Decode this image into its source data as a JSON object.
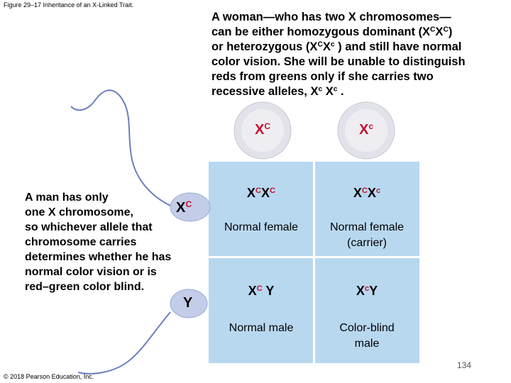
{
  "figure_caption": "Figure 29–17 Inheritance of an X-Linked Trait.",
  "woman_text": {
    "line1": "A woman—who has two X chromosomes—",
    "line2_pre": "can be either homozygous dominant (X",
    "line2_sup1": "C",
    "line2_mid": "X",
    "line2_sup2": "C",
    "line2_post": ")",
    "line3_pre": "or heterozygous (X",
    "line3_sup1": "C",
    "line3_mid": "X",
    "line3_sup2": "c",
    "line3_post": " ) and still have normal",
    "line4": "color vision. She will be unable to distinguish",
    "line5": "reds from greens only if she carries two",
    "line6_pre": "recessive alleles, X",
    "line6_sup1": "c",
    "line6_mid": " X",
    "line6_sup2": "c",
    "line6_post": " ."
  },
  "man_text": {
    "line1": "A man has only",
    "line2": "one X chromosome,",
    "line3": "so whichever allele that",
    "line4": "chromosome carries",
    "line5": "determines whether he has",
    "line6": "normal color vision or is",
    "line7": "red–green color blind."
  },
  "sperm_labels": {
    "x_base": "X",
    "x_sup": "C",
    "y": "Y"
  },
  "eggs": [
    {
      "base": "X",
      "sup": "C"
    },
    {
      "base": "X",
      "sup": "c"
    }
  ],
  "punnett": {
    "cells": [
      {
        "g1": "X",
        "s1": "C",
        "g2": "X",
        "s2": "C",
        "phenotype": "Normal female",
        "phenotype2": ""
      },
      {
        "g1": "X",
        "s1": "C",
        "g2": "X",
        "s2": "c",
        "phenotype": "Normal female",
        "phenotype2": "(carrier)"
      },
      {
        "g1": "X",
        "s1": "C",
        "g2": "Y",
        "s2": "",
        "phenotype": "Normal male",
        "phenotype2": ""
      },
      {
        "g1": "X",
        "s1": "c",
        "g2": "Y",
        "s2": "",
        "phenotype": "Color-blind",
        "phenotype2": "male"
      }
    ]
  },
  "copyright": "© 2018 Pearson Education, Inc.",
  "page_number": "134",
  "colors": {
    "cell_fill": "#b8d8f0",
    "egg_fill": "#e2e2ea",
    "sperm_fill": "#c3cde8",
    "allele_red": "#c8102e"
  }
}
